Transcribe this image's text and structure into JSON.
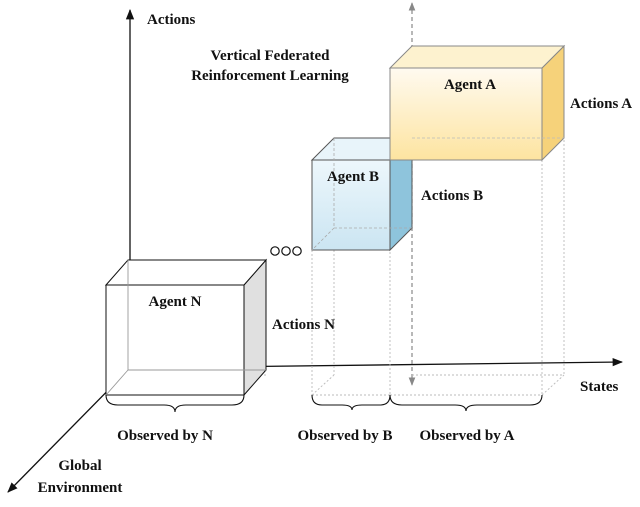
{
  "title": {
    "line1": "Vertical Federated",
    "line2": "Reinforcement Learning"
  },
  "axes": {
    "y_label": "Actions",
    "x_label": "States",
    "z_label_line1": "Global",
    "z_label_line2": "Environment"
  },
  "agents": [
    {
      "name": "Agent A",
      "actions_label": "Actions A",
      "observed_label": "Observed by A",
      "front_color": "#fde9b0",
      "side_color": "#f6d27a",
      "top_color": "#fdf2cf"
    },
    {
      "name": "Agent B",
      "actions_label": "Actions B",
      "observed_label": "Observed by B",
      "front_color": "#d6ebf5",
      "side_color": "#8ec4dc",
      "top_color": "#e8f4fa"
    },
    {
      "name": "Agent N",
      "actions_label": "Actions N",
      "observed_label": "Observed by N",
      "front_color": "#ffffff",
      "side_color": "#e0e0e0",
      "top_color": "#ffffff"
    }
  ],
  "ellipsis_icon": "three-circles"
}
